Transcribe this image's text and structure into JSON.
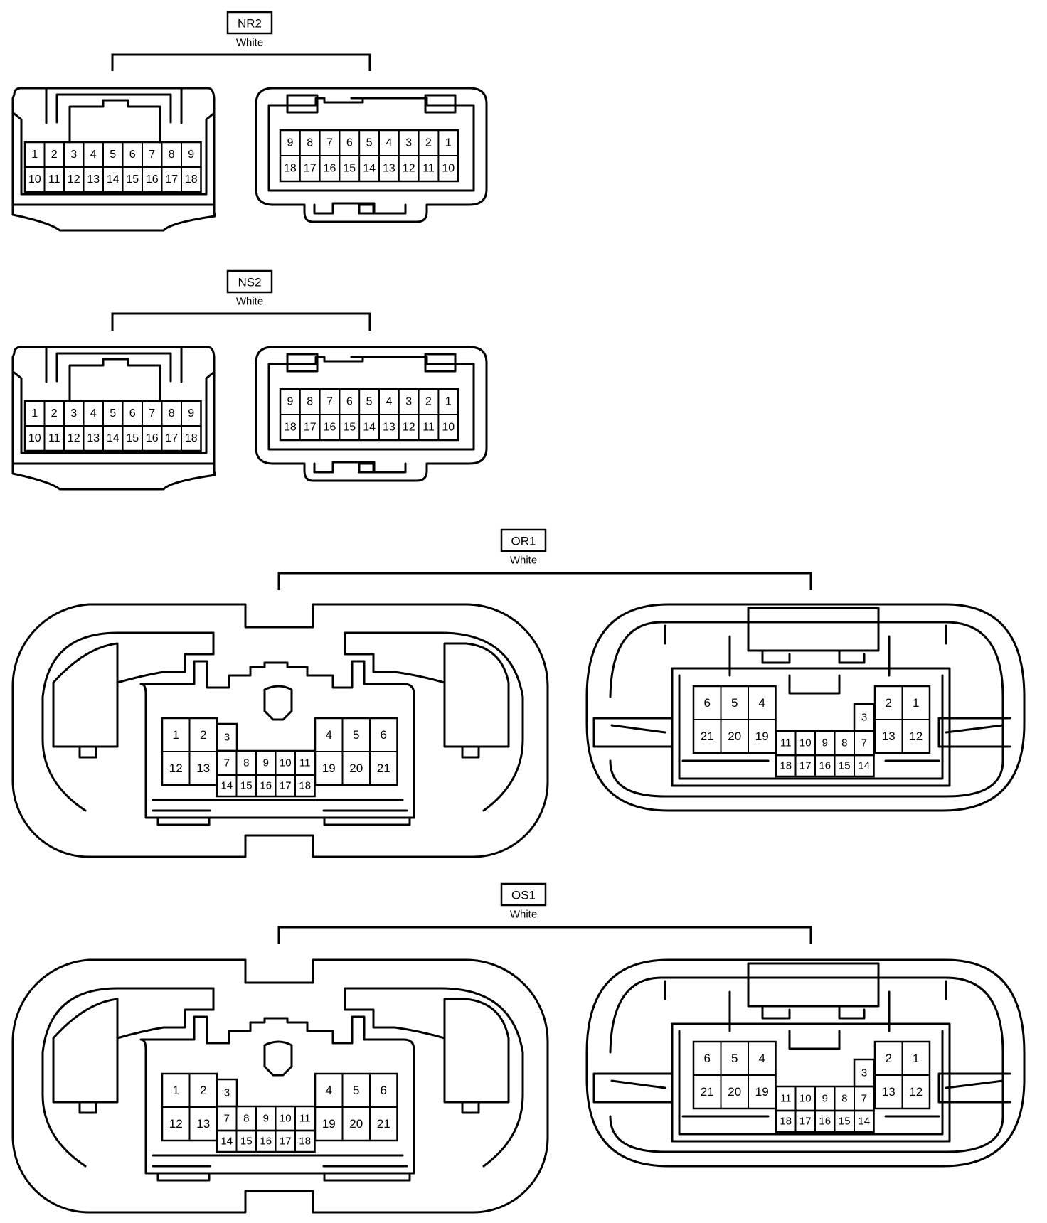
{
  "connectors": [
    {
      "id": "NR2",
      "color": "White",
      "style": "small",
      "left_rows": [
        [
          "1",
          "2",
          "3",
          "4",
          "5",
          "6",
          "7",
          "8",
          "9"
        ],
        [
          "10",
          "11",
          "12",
          "13",
          "14",
          "15",
          "16",
          "17",
          "18"
        ]
      ],
      "right_rows": [
        [
          "9",
          "8",
          "7",
          "6",
          "5",
          "4",
          "3",
          "2",
          "1"
        ],
        [
          "18",
          "17",
          "16",
          "15",
          "14",
          "13",
          "12",
          "11",
          "10"
        ]
      ]
    },
    {
      "id": "NS2",
      "color": "White",
      "style": "small",
      "left_rows": [
        [
          "1",
          "2",
          "3",
          "4",
          "5",
          "6",
          "7",
          "8",
          "9"
        ],
        [
          "10",
          "11",
          "12",
          "13",
          "14",
          "15",
          "16",
          "17",
          "18"
        ]
      ],
      "right_rows": [
        [
          "9",
          "8",
          "7",
          "6",
          "5",
          "4",
          "3",
          "2",
          "1"
        ],
        [
          "18",
          "17",
          "16",
          "15",
          "14",
          "13",
          "12",
          "11",
          "10"
        ]
      ]
    },
    {
      "id": "OR1",
      "color": "White",
      "style": "large",
      "left_groups": {
        "a": [
          "1",
          "2",
          "12",
          "13"
        ],
        "b": [
          "3"
        ],
        "c": [
          "7",
          "8",
          "9",
          "10",
          "11"
        ],
        "d": [
          "14",
          "15",
          "16",
          "17",
          "18"
        ],
        "e": [
          "4",
          "5",
          "6",
          "19",
          "20",
          "21"
        ]
      },
      "right_groups": {
        "a": [
          "6",
          "5",
          "4",
          "21",
          "20",
          "19"
        ],
        "b": [
          "3"
        ],
        "c": [
          "11",
          "10",
          "9",
          "8",
          "7"
        ],
        "d": [
          "18",
          "17",
          "16",
          "15",
          "14"
        ],
        "e": [
          "2",
          "1",
          "13",
          "12"
        ]
      }
    },
    {
      "id": "OS1",
      "color": "White",
      "style": "large",
      "left_groups": {
        "a": [
          "1",
          "2",
          "12",
          "13"
        ],
        "b": [
          "3"
        ],
        "c": [
          "7",
          "8",
          "9",
          "10",
          "11"
        ],
        "d": [
          "14",
          "15",
          "16",
          "17",
          "18"
        ],
        "e": [
          "4",
          "5",
          "6",
          "19",
          "20",
          "21"
        ]
      },
      "right_groups": {
        "a": [
          "6",
          "5",
          "4",
          "21",
          "20",
          "19"
        ],
        "b": [
          "3"
        ],
        "c": [
          "11",
          "10",
          "9",
          "8",
          "7"
        ],
        "d": [
          "18",
          "17",
          "16",
          "15",
          "14"
        ],
        "e": [
          "2",
          "1",
          "13",
          "12"
        ]
      }
    }
  ]
}
